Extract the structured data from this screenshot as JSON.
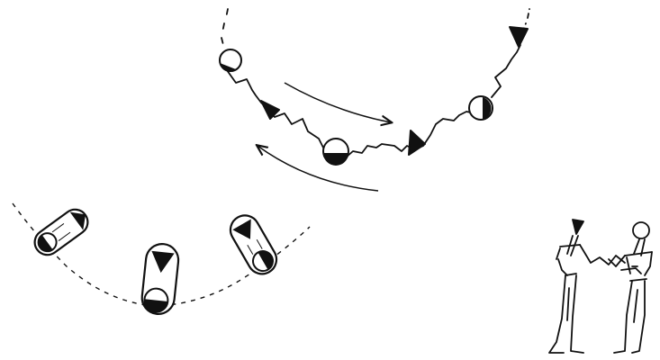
{
  "diagram": {
    "background": "#ffffff",
    "ink": "#111111",
    "elements": [
      {
        "kind": "chain-of-figures",
        "style": "zigzag-line",
        "figures": [
          "circle",
          "triangle",
          "circle",
          "triangle",
          "circle",
          "triangle"
        ]
      },
      {
        "kind": "direction-arrows",
        "count": 2,
        "directions": [
          "right",
          "left"
        ]
      },
      {
        "kind": "arc-of-figures",
        "style": "dashed-line",
        "figure": "capsule",
        "count": 3
      },
      {
        "kind": "stick-figures",
        "count": 2,
        "pose": "facing-each-other"
      }
    ]
  }
}
